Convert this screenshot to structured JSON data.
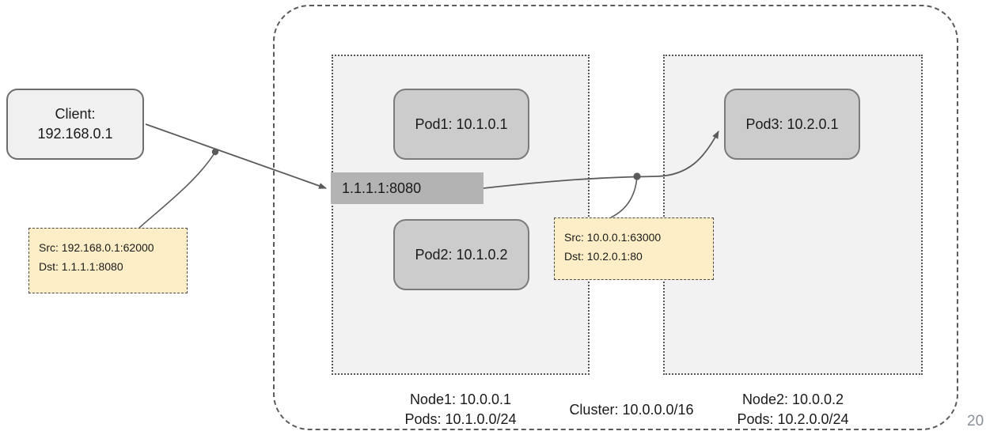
{
  "cluster": {
    "label": "Cluster: 10.0.0.0/16"
  },
  "client": {
    "line1": "Client:",
    "line2": "192.168.0.1"
  },
  "service": {
    "label": "1.1.1.1:8080"
  },
  "nodes": [
    {
      "name": "node1",
      "caption_line1": "Node1: 10.0.0.1",
      "caption_line2": "Pods: 10.1.0.0/24",
      "pods": [
        {
          "label": "Pod1: 10.1.0.1"
        },
        {
          "label": "Pod2: 10.1.0.2"
        }
      ]
    },
    {
      "name": "node2",
      "caption_line1": "Node2: 10.0.0.2",
      "caption_line2": "Pods: 10.2.0.0/24",
      "pods": [
        {
          "label": "Pod3: 10.2.0.1"
        }
      ]
    }
  ],
  "notes": [
    {
      "name": "client-packet",
      "src": "Src: 192.168.0.1:62000",
      "dst": "Dst: 1.1.1.1:8080"
    },
    {
      "name": "node-packet",
      "src": "Src: 10.0.0.1:63000",
      "dst": "Dst: 10.2.0.1:80"
    }
  ],
  "watermark": "20",
  "colors": {
    "cluster_border": "#5a5a5a",
    "node_fill": "#f2f2f2",
    "node_border": "#555555",
    "pod_fill": "#cccccc",
    "pod_border": "#7b7b7b",
    "client_fill": "#f0f0f0",
    "service_fill": "#b3b3b3",
    "note_fill": "#fdeec8",
    "note_border": "#4a4a4a",
    "edge_stroke": "#5b5b5b",
    "text": "#1a1a1a"
  }
}
